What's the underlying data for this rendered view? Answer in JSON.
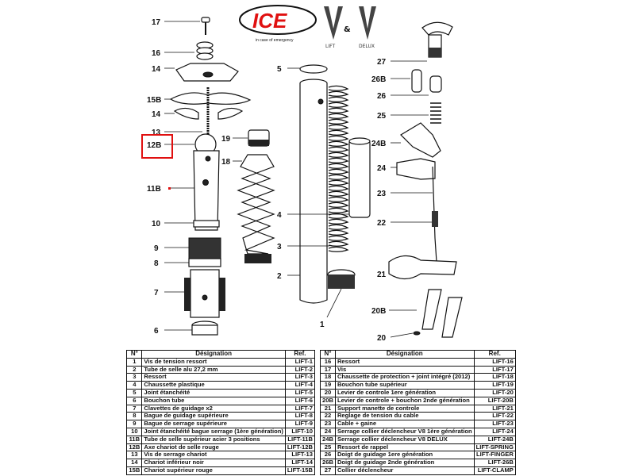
{
  "logo": {
    "brand": "ICE",
    "tagline": "in case of emergency",
    "connector": "&",
    "product_a": "LIFT",
    "product_b": "DELUX"
  },
  "callouts": {
    "c17": "17",
    "c16": "16",
    "c14a": "14",
    "c15b": "15B",
    "c14b": "14",
    "c13": "13",
    "c12b": "12B",
    "c11b": "11B",
    "c10": "10",
    "c9": "9",
    "c8": "8",
    "c7": "7",
    "c6": "6",
    "c19": "19",
    "c18": "18",
    "c5": "5",
    "c4": "4",
    "c3": "3",
    "c2": "2",
    "c1": "1",
    "c27": "27",
    "c26b": "26B",
    "c26": "26",
    "c25": "25",
    "c24b": "24B",
    "c24": "24",
    "c23": "23",
    "c22": "22",
    "c21": "21",
    "c20b": "20B",
    "c20": "20"
  },
  "table": {
    "headers": {
      "no": "N°",
      "designation": "Désignation",
      "ref": "Ref."
    },
    "left": [
      {
        "no": "1",
        "designation": "Vis de tension ressort",
        "ref": "LIFT-1"
      },
      {
        "no": "2",
        "designation": "Tube de selle alu 27,2 mm",
        "ref": "LIFT-2"
      },
      {
        "no": "3",
        "designation": "Ressort",
        "ref": "LIFT-3"
      },
      {
        "no": "4",
        "designation": "Chaussette plastique",
        "ref": "LIFT-4"
      },
      {
        "no": "5",
        "designation": "Joint étanchéité",
        "ref": "LIFT-5"
      },
      {
        "no": "6",
        "designation": "Bouchon tube",
        "ref": "LIFT-6"
      },
      {
        "no": "7",
        "designation": "Clavettes de guidage x2",
        "ref": "LIFT-7"
      },
      {
        "no": "8",
        "designation": "Bague de guidage supérieure",
        "ref": "LIFT-8"
      },
      {
        "no": "9",
        "designation": "Bague de serrage supérieure",
        "ref": "LIFT-9"
      },
      {
        "no": "10",
        "designation": "Joint étanchéité bague serrage (1ère génération)",
        "ref": "LIFT-10"
      },
      {
        "no": "11B",
        "designation": "Tube de selle supérieur acier 3 positions",
        "ref": "LIFT-11B"
      },
      {
        "no": "12B",
        "designation": "Axe chariot de selle rouge",
        "ref": "LIFT-12B"
      },
      {
        "no": "13",
        "designation": "Vis de serrage chariot",
        "ref": "LIFT-13"
      },
      {
        "no": "14",
        "designation": "Chariot inférieur noir",
        "ref": "LIFT-14"
      },
      {
        "no": "15B",
        "designation": "Chariot supérieur rouge",
        "ref": "LIFT-15B"
      }
    ],
    "right": [
      {
        "no": "16",
        "designation": "Ressort",
        "ref": "LIFT-16"
      },
      {
        "no": "17",
        "designation": "Vis",
        "ref": "LIFT-17"
      },
      {
        "no": "18",
        "designation": "Chaussette de protection + joint intégré (2012)",
        "ref": "LIFT-18"
      },
      {
        "no": "19",
        "designation": "Bouchon tube supérieur",
        "ref": "LIFT-19"
      },
      {
        "no": "20",
        "designation": "Levier de controle 1ere génération",
        "ref": "LIFT-20"
      },
      {
        "no": "20B",
        "designation": "Levier de controle + bouchon 2nde génération",
        "ref": "LIFT-20B"
      },
      {
        "no": "21",
        "designation": "Support manette de controle",
        "ref": "LIFT-21"
      },
      {
        "no": "22",
        "designation": "Reglage de tension du cable",
        "ref": "LIFT-22"
      },
      {
        "no": "23",
        "designation": "Cable + gaine",
        "ref": "LIFT-23"
      },
      {
        "no": "24",
        "designation": "Serrage collier déclencheur V8 1ère génération",
        "ref": "LIFT-24"
      },
      {
        "no": "24B",
        "designation": "Serrage collier déclencheur V8 DELUX",
        "ref": "LIFT-24B"
      },
      {
        "no": "25",
        "designation": "Ressort de rappel",
        "ref": "LIFT-SPRING"
      },
      {
        "no": "26",
        "designation": "Doigt de guidage 1ere génération",
        "ref": "LIFT-FINGER"
      },
      {
        "no": "26B",
        "designation": "Doigt de guidage 2nde génération",
        "ref": "LIFT-26B"
      },
      {
        "no": "27",
        "designation": "Collier déclencheur",
        "ref": "LIFT-CLAMP"
      }
    ]
  },
  "colors": {
    "brand_red": "#e01010",
    "highlight": "#e01010",
    "line": "#111111"
  }
}
